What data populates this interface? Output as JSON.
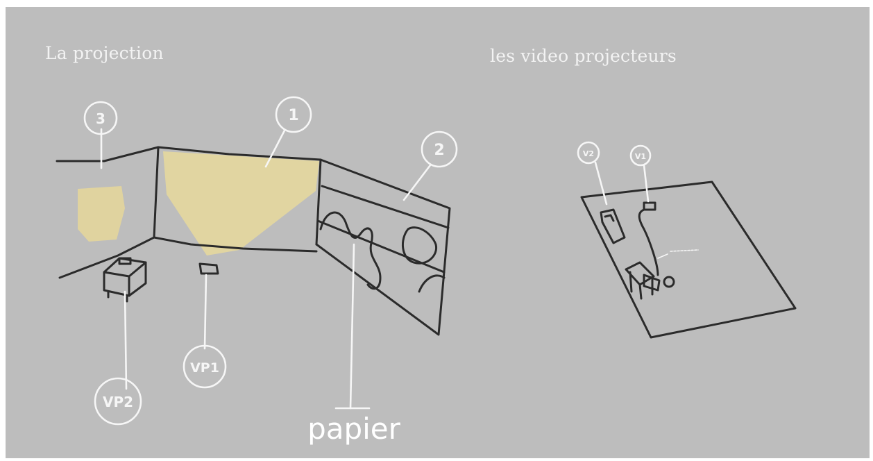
{
  "titles": {
    "left": "La projection",
    "right": "les video projecteurs"
  },
  "surface_labels": [
    "3",
    "1",
    "2"
  ],
  "projector_labels": [
    "VP2",
    "VP1"
  ],
  "paper_label": "papier",
  "mini_labels": [
    "V2",
    "V1"
  ],
  "colors": {
    "board": "#bdbdbd",
    "ink": "#2b2b2b",
    "chalk": "#f6f6f6",
    "light": "#e9dba0"
  }
}
